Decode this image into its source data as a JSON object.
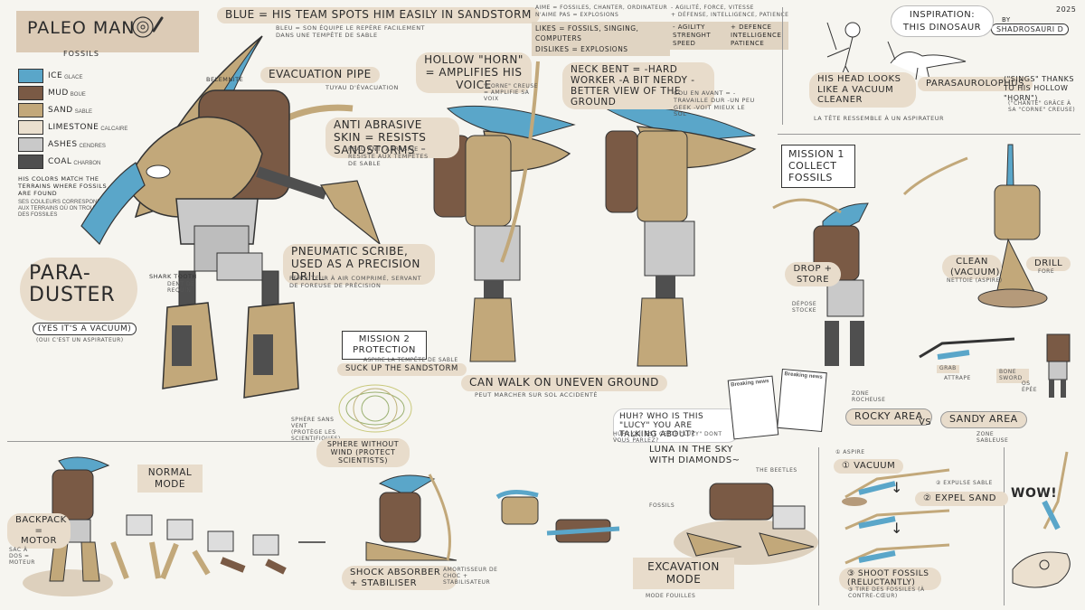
{
  "title": {
    "main": "PALEO MAN",
    "sub": "FOSSILS"
  },
  "year": "2025",
  "author": {
    "by": "BY",
    "name": "SHADROSAURI D"
  },
  "legend": {
    "items": [
      {
        "en": "ICE",
        "fr": "GLACE",
        "color": "#5aa6c9"
      },
      {
        "en": "MUD",
        "fr": "BOUE",
        "color": "#7a5a45"
      },
      {
        "en": "SAND",
        "fr": "SABLE",
        "color": "#c2a87a"
      },
      {
        "en": "LIMESTONE",
        "fr": "CALCAIRE",
        "color": "#ebe0cf"
      },
      {
        "en": "ASHES",
        "fr": "CENDRES",
        "color": "#c9c9c9"
      },
      {
        "en": "COAL",
        "fr": "CHARBON",
        "color": "#4f4f4f"
      }
    ],
    "note_en": "HIS COLORS MATCH THE TERRAINS WHERE FOSSILS ARE FOUND",
    "note_fr": "SES COULEURS CORRESPONDENT AUX TERRAINS OÙ ON TROUVE DES FOSSILES"
  },
  "labels": {
    "blue_en": "BLUE = HIS TEAM SPOTS HIM EASILY IN SANDSTORM",
    "blue_fr": "BLEU = SON ÉQUIPE LE REPÈRE FACILEMENT DANS UNE TEMPÊTE DE SABLE",
    "belemnite": "BELEMNITE",
    "evac_en": "EVACUATION PIPE",
    "evac_fr": "TUYAU D'ÉVACUATION",
    "scribe_en": "PNEUMATIC SCRIBE, USED AS A PRECISION DRILL",
    "scribe_fr": "PERCUTEUR À AIR COMPRIMÉ, SERVANT DE FOREUSE DE PRÉCISION",
    "shark_en": "SHARK TOOTH",
    "shark_fr": "DENT DE REQUIN",
    "para": "PARA- DUSTER",
    "para_sub_en": "(YES IT'S A VACUUM)",
    "para_sub_fr": "(OUI C'EST UN ASPIRATEUR)",
    "horn_en": "HOLLOW \"HORN\" = AMPLIFIES HIS VOICE",
    "horn_fr": "\"CORNE\" CREUSE = AMPLIFIE SA VOIX",
    "skin_en": "ANTI ABRASIVE SKIN = RESISTS SANDSTORMS",
    "skin_fr": "PEAU ANTI ABRASIVE = RÉSISTE AUX TEMPÊTES DE SABLE",
    "neck_en": "NECK BENT = -HARD WORKER -A BIT NERDY -BETTER VIEW OF THE GROUND",
    "neck_fr": "COU EN AVANT = -TRAVAILLE DUR -UN PEU GEEK -VOIT MIEUX LE SOL",
    "walk_en": "CAN WALK ON UNEVEN GROUND",
    "walk_fr": "PEUT MARCHER SUR SOL ACCIDENTÉ",
    "likes_fr1": "AIME = FOSSILES, CHANTER, ORDINATEUR",
    "likes_fr2": "N'AIME PAS = EXPLOSIONS",
    "likes": "LIKES = FOSSILS, SINGING, COMPUTERS",
    "dislikes": "DISLIKES = EXPLOSIONS",
    "stats_fr1": "- AGILITÉ, FORCE, VITESSE",
    "stats_fr2": "+ DÉFENSE, INTELLIGENCE, PATIENCE",
    "minus_stats": "- AGILITY STRENGHT SPEED",
    "plus_stats": "+ DEFENCE INTELLIGENCE PATIENCE",
    "inspiration": "INSPIRATION: THIS DINOSAUR",
    "head_en": "HIS HEAD LOOKS LIKE A VACUUM CLEANER",
    "head_fr": "LA TÊTE RESSEMBLE À UN ASPIRATEUR",
    "parasaur_name": "PARASAUROLOPHUS",
    "parasaur_en": "(\"SINGS\" THANKS TO HIS HOLLOW \"HORN\")",
    "parasaur_fr": "(\"CHANTE\" GRÂCE À SA \"CORNE\" CREUSE)",
    "mission1": "MISSION 1 COLLECT FOSSILS",
    "drop_store": "DROP + STORE",
    "drop_fr": "DÉPOSE STOCKE",
    "clean_en": "CLEAN (VACUUM)",
    "clean_fr": "NETTOIE (ASPIRE)",
    "drill_en": "DRILL",
    "drill_fr": "FORE",
    "grab_en": "GRAB",
    "grab_fr": "ATTRAPE",
    "bone_en": "BONE SWORD",
    "bone_fr": "OS ÉPÉE",
    "mission2": "MISSION 2 PROTECTION",
    "suck_en": "SUCK UP THE SANDSTORM",
    "suck_fr": "ASPIRE LA TEMPÊTE DE SABLE",
    "sphere_fr": "SPHÈRE SANS VENT (PROTÈGE LES SCIENTIFIQUES)",
    "sphere_en": "SPHERE WITHOUT WIND (PROTECT SCIENTISTS)",
    "lucy_en": "HUH? WHO IS THIS \"LUCY\" YOU ARE TALKING ABOUT?",
    "lucy_fr": "HUH? QUI EST CETTE \"LUCY\" DONT VOUS PARLEZ?",
    "luna": "LUNA IN THE SKY WITH DIAMONDS~",
    "beetles": "THE BEETLES",
    "news1": "Breaking news",
    "news2": "Breaking news",
    "rocky_en": "ROCKY AREA",
    "rocky_fr": "ZONE ROCHEUSE",
    "vs": "VS",
    "sandy_en": "SANDY AREA",
    "sandy_fr": "ZONE SABLEUSE",
    "vacuum_step": "① VACUUM",
    "vacuum_fr": "① ASPIRE",
    "expel_step": "② EXPEL SAND",
    "expel_fr": "② EXPULSE SABLE",
    "shoot_step": "③ SHOOT FOSSILS (RELUCTANTLY)",
    "shoot_fr": "③ TIRE DES FOSSILES (À CONTRE-CŒUR)",
    "wow": "WOW!",
    "normal_mode": "NORMAL MODE",
    "backpack_en": "BACKPACK = MOTOR",
    "backpack_fr": "SAC À DOS = MOTEUR",
    "shock_en": "SHOCK ABSORBER + STABILISER",
    "shock_fr": "AMORTISSEUR DE CHOC + STABILISATEUR",
    "fossils": "FOSSILS",
    "excavation": "EXCAVATION MODE",
    "excavation_fr": "MODE FOUILLES"
  }
}
